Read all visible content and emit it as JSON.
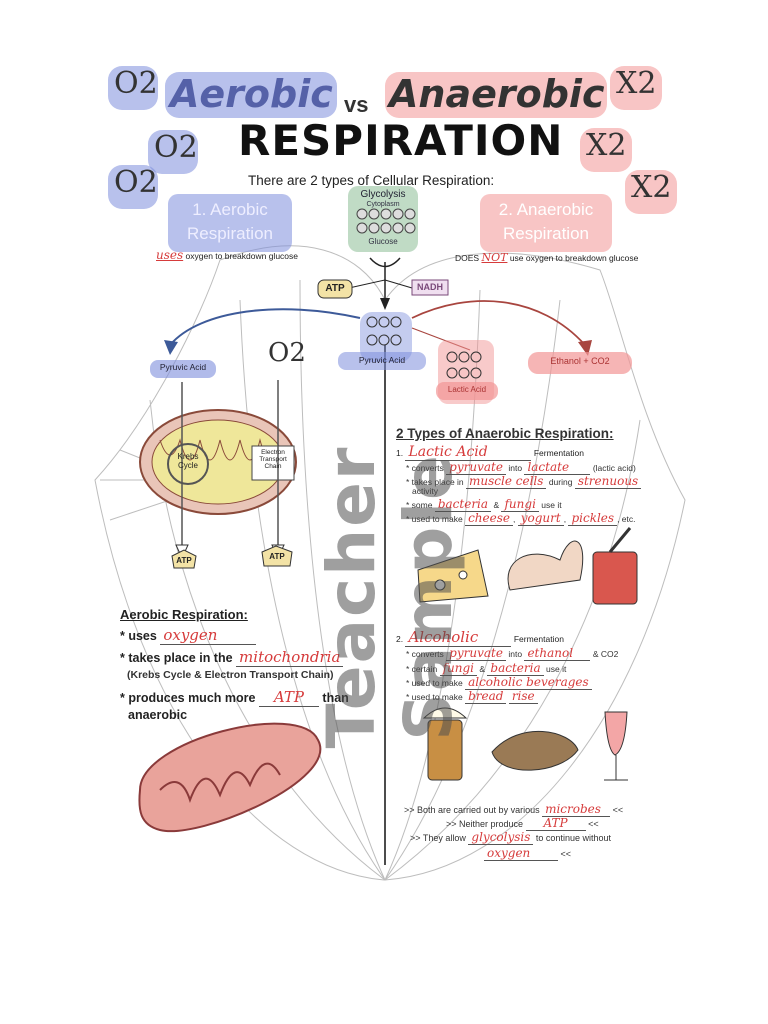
{
  "header": {
    "o2": "O2",
    "x2": "X2",
    "aerobic": "Aerobic",
    "vs": "vs",
    "anaerobic": "Anaerobic",
    "respiration": "RESPIRATION",
    "subtitle": "There are 2 types of Cellular Respiration:"
  },
  "types": {
    "aerobic_title": "1. Aerobic Respiration",
    "anaerobic_title": "2. Anaerobic Respiration",
    "aerobic_uses_word": "uses",
    "aerobic_note": "oxygen to breakdown glucose",
    "anaerobic_note_pre": "DOES",
    "anaerobic_not": "NOT",
    "anaerobic_note_post": "use oxygen to breakdown glucose"
  },
  "diagram": {
    "glycolysis": "Glycolysis",
    "cytoplasm": "Cytoplasm",
    "glucose": "Glucose",
    "atp": "ATP",
    "nadh": "NADH",
    "pyruvic_acid": "Pyruvic Acid",
    "pyruvic_acid_center": "Pyruvic Acid",
    "o2_label": "O2",
    "krebs": "Krebs Cycle",
    "etc": "Electron Transport Chain",
    "lactic_label": "Lactic Acid",
    "ethanol_label": "Ethanol + CO2",
    "atp_left": "ATP",
    "atp_right": "ATP"
  },
  "anaerobic_types": {
    "heading": "2 Types of Anaerobic Respiration:",
    "lactic": {
      "num": "1.",
      "name": "Lactic Acid",
      "fermentation": "Fermentation",
      "l1_pre": "* converts",
      "l1_a": "pyruvate",
      "l1_mid": "into",
      "l1_b": "lactate",
      "l1_post": "(lactic acid)",
      "l2_pre": "* takes place in",
      "l2_a": "muscle cells",
      "l2_mid": "during",
      "l2_b": "strenuous",
      "l2_post": "activity",
      "l3_pre": "* some",
      "l3_a": "bacteria",
      "l3_mid": "&",
      "l3_b": "fungi",
      "l3_post": "use it",
      "l4_pre": "* used to make",
      "l4_a": "cheese",
      "l4_b": "yogurt",
      "l4_c": "pickles",
      "l4_post": "etc."
    },
    "alcoholic": {
      "num": "2.",
      "name": "Alcoholic",
      "fermentation": "Fermentation",
      "l1_pre": "* converts",
      "l1_a": "pyruvate",
      "l1_mid": "into",
      "l1_b": "ethanol",
      "l1_post": "& CO2",
      "l2_pre": "* certain",
      "l2_a": "fungi",
      "l2_mid": "&",
      "l2_b": "bacteria",
      "l2_post": "use it",
      "l3_pre": "* used to make",
      "l3_a": "alcoholic beverages",
      "l4_pre": "* used to make",
      "l4_a": "bread",
      "l4_b": "rise"
    }
  },
  "aerobic_summary": {
    "heading": "Aerobic Respiration:",
    "l1_pre": "* uses",
    "l1_a": "oxygen",
    "l2_pre": "* takes place in the",
    "l2_a": "mitochondria",
    "l3": "(Krebs Cycle & Electron Transport Chain)",
    "l4_pre": "* produces much more",
    "l4_a": "ATP",
    "l4_post": "than",
    "l5": "anaerobic"
  },
  "summary": {
    "l1_pre": ">> Both are carried out by various",
    "l1_a": "microbes",
    "l1_post": "<<",
    "l2_pre": ">> Neither produce",
    "l2_a": "ATP",
    "l2_post": "<<",
    "l3_pre": ">> They allow",
    "l3_a": "glycolysis",
    "l3_post": "to continue without",
    "l4_a": "oxygen",
    "l4_post": "<<"
  },
  "watermark": "Teacher Sample",
  "colors": {
    "blue": "#7d8edc",
    "red": "#f29696",
    "handwriting": "#d63b3b",
    "green": "#8cbe96"
  }
}
